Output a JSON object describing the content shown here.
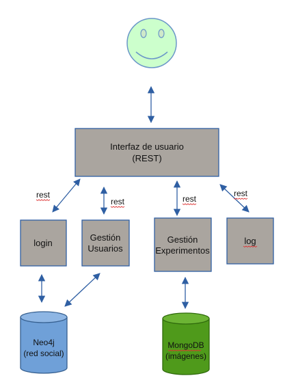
{
  "colors": {
    "box_fill": "#aaa59f",
    "box_stroke": "#2f5fa3",
    "arrow": "#2f5fa3",
    "smiley_fill": "#ccffcc",
    "smiley_stroke": "#6a96c8",
    "neo4j_fill": "#6fa0d8",
    "neo4j_stroke": "#355f8f",
    "mongodb_fill": "#4f9a1b",
    "mongodb_stroke": "#2f6a0c"
  },
  "icons": {
    "user": "smiley-face-icon"
  },
  "nodes": {
    "interfaz": {
      "line1": "Interfaz de usuario",
      "line2": "(REST)"
    },
    "login": {
      "label": "login"
    },
    "gestion_usuarios": {
      "line1": "Gestión",
      "line2": "Usuarios"
    },
    "gestion_experimentos": {
      "line1": "Gestión",
      "line2": "Experimentos"
    },
    "log": {
      "label": "log"
    },
    "neo4j": {
      "line1": "Neo4j",
      "line2": "(red social)"
    },
    "mongodb": {
      "line1": "MongoDB",
      "line2": "(imágenes)"
    }
  },
  "edge_labels": {
    "rest_login": "rest",
    "rest_usuarios": "rest",
    "rest_experimentos": "rest",
    "rest_log": "rest"
  }
}
